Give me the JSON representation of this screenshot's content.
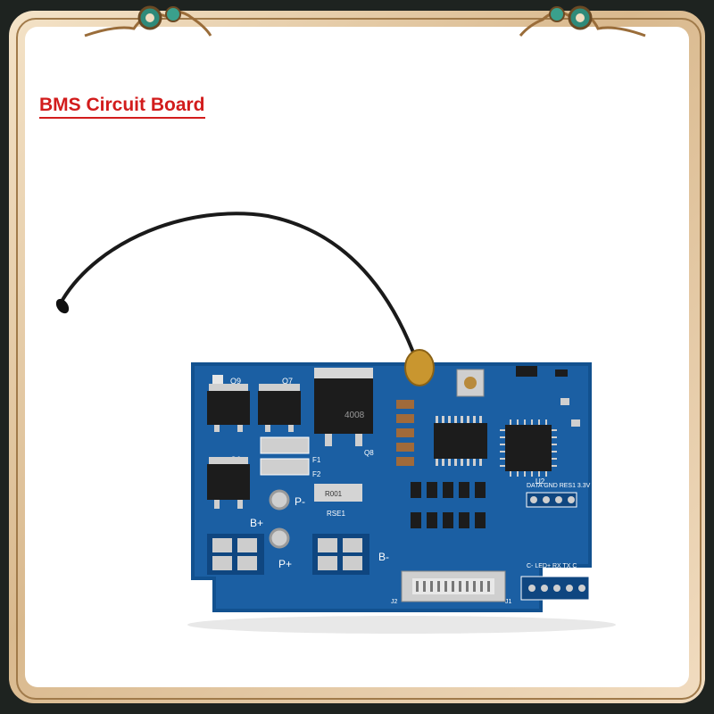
{
  "title": "BMS Circuit Board",
  "board": {
    "silkscreen": {
      "q6": "Q6",
      "q7": "Q7",
      "q8": "Q8",
      "q9": "Q9",
      "chip": "4008",
      "f1": "F1",
      "f2": "F2",
      "p_minus": "P-",
      "b_plus": "B+",
      "p_plus": "P+",
      "b_minus": "B-",
      "shunt": "R001",
      "rse1": "RSE1",
      "j1": "J1",
      "j2": "J2",
      "u2": "U2",
      "data_header": "DATA GND RES1 3.3V",
      "uart_header": "C- LED+ RX TX C"
    }
  },
  "colors": {
    "pcb": "#1b5fa3",
    "pcb_dark": "#124a82",
    "frame_gold": "#d9b98e",
    "title_red": "#d21c1c"
  }
}
